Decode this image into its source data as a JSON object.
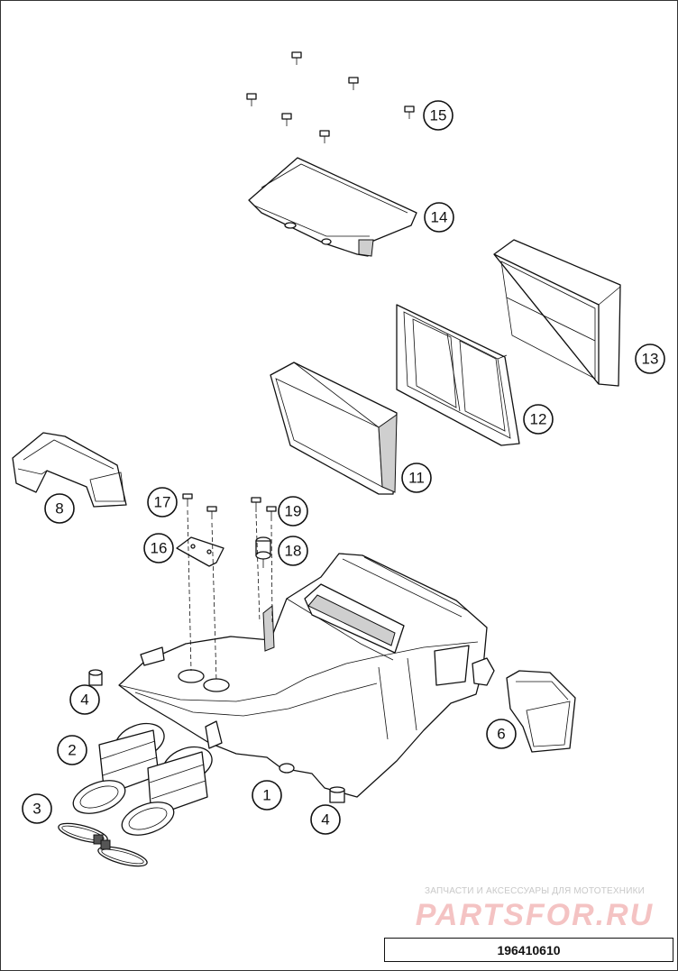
{
  "callouts": [
    {
      "label": "1"
    },
    {
      "label": "2"
    },
    {
      "label": "3"
    },
    {
      "label": "4"
    },
    {
      "label": "4"
    },
    {
      "label": "6"
    },
    {
      "label": "8"
    },
    {
      "label": "11"
    },
    {
      "label": "12"
    },
    {
      "label": "13"
    },
    {
      "label": "14"
    },
    {
      "label": "15"
    },
    {
      "label": "16"
    },
    {
      "label": "17"
    },
    {
      "label": "18"
    },
    {
      "label": "19"
    }
  ],
  "watermark": {
    "text": "ЗАПЧАСТИ И АКСЕССУАРЫ ДЛЯ МОТОТЕХНИКИ",
    "logo": "PARTSFOR.RU"
  },
  "diagram_id": "196410610"
}
